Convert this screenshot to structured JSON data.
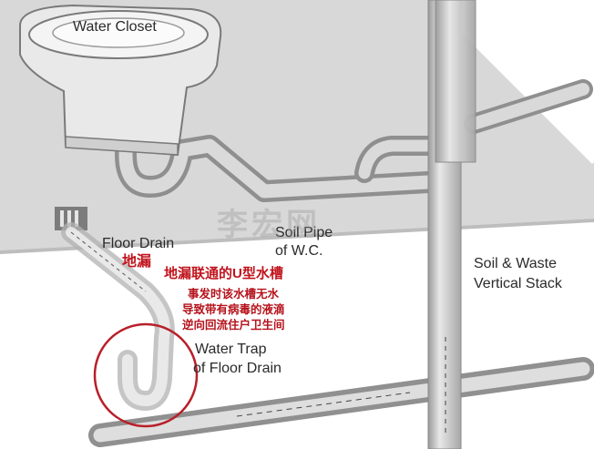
{
  "labels": {
    "water_closet": "Water Closet",
    "floor_drain": "Floor Drain",
    "floor_drain_cn": "地漏",
    "soil_pipe_line1": "Soil Pipe",
    "soil_pipe_line2": "of W.C.",
    "u_trap_cn": "地漏联通的U型水槽",
    "note_line1": "事发时该水槽无水",
    "note_line2": "导致带有病毒的液滴",
    "note_line3": "逆向回流住户卫生间",
    "water_trap_line1": "Water Trap",
    "water_trap_line2": "of Floor Drain",
    "stack_line1": "Soil & Waste",
    "stack_line2": "Vertical Stack",
    "watermark": "李宏网"
  },
  "colors": {
    "floor_slab": "#d6d6d6",
    "pipe": "#c9c9c9",
    "pipe_edge": "#8c8c8c",
    "highlight_circle": "#b8202a",
    "red_text": "#c0141d"
  }
}
